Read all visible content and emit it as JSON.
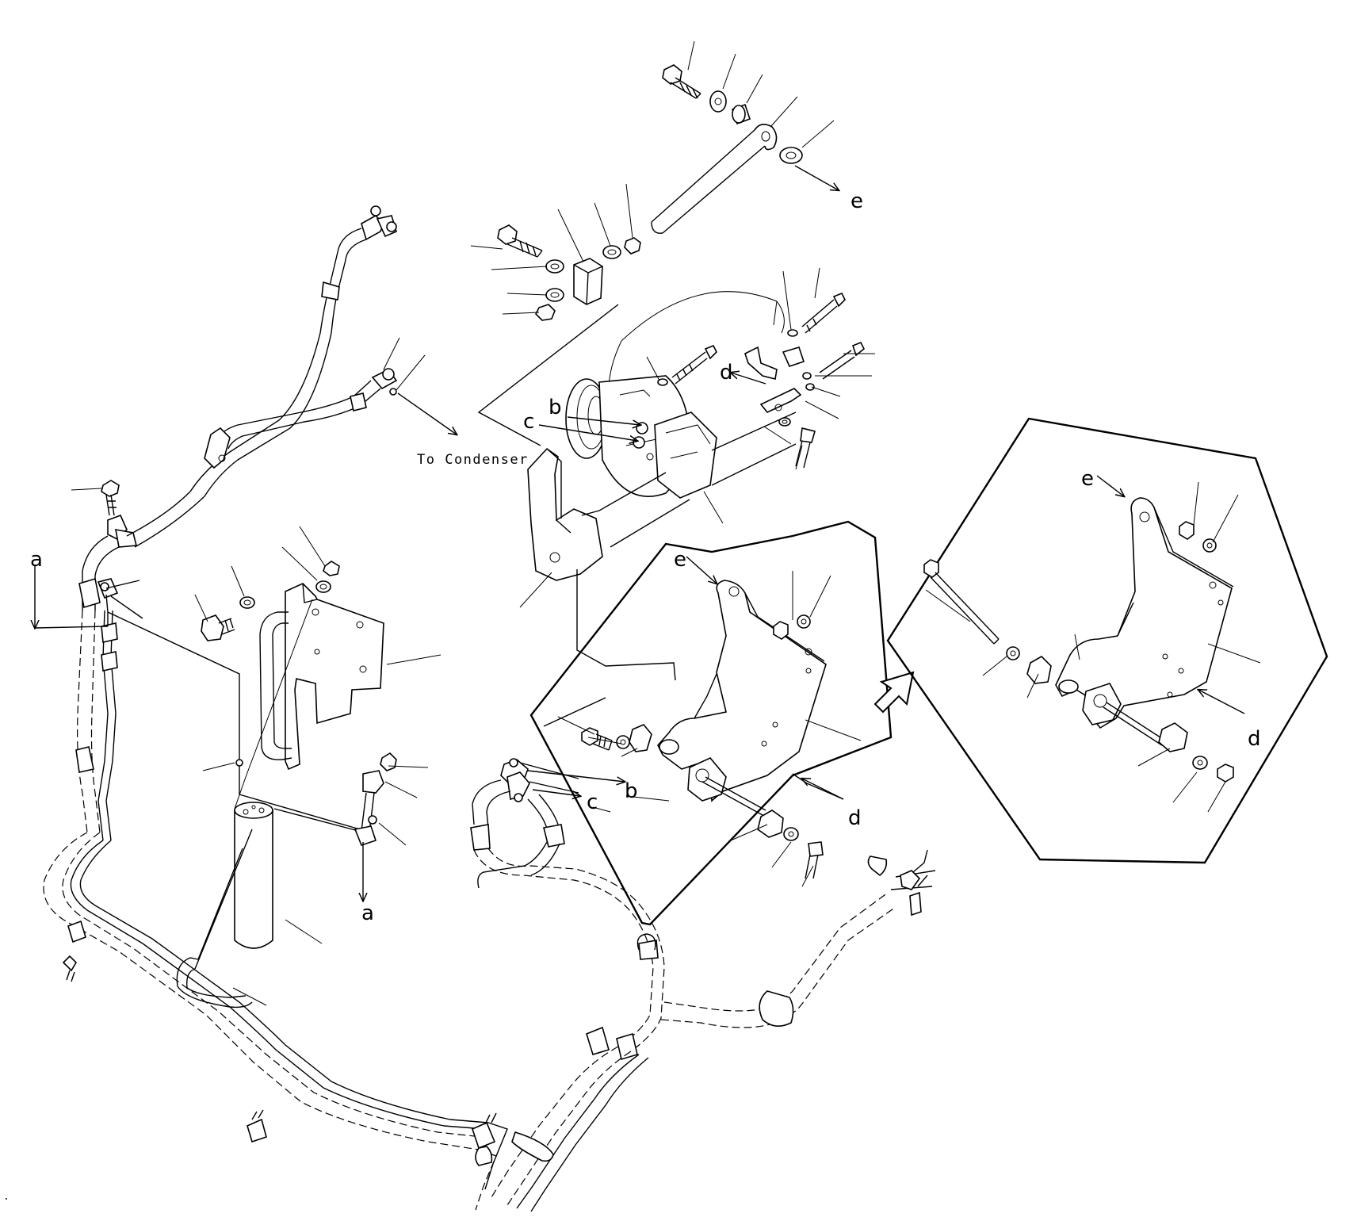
{
  "labels": {
    "a_left": "a",
    "a_bottom": "a",
    "b_compressor": "b",
    "c_compressor": "c",
    "b_hose": "b",
    "c_hose": "c",
    "d_top": "d",
    "d_middle": "d",
    "d_right": "d",
    "e_top": "e",
    "e_middle": "e",
    "e_right": "e",
    "to_condenser": "To Condenser"
  },
  "colors": {
    "line": "#000000",
    "background": "#ffffff"
  }
}
